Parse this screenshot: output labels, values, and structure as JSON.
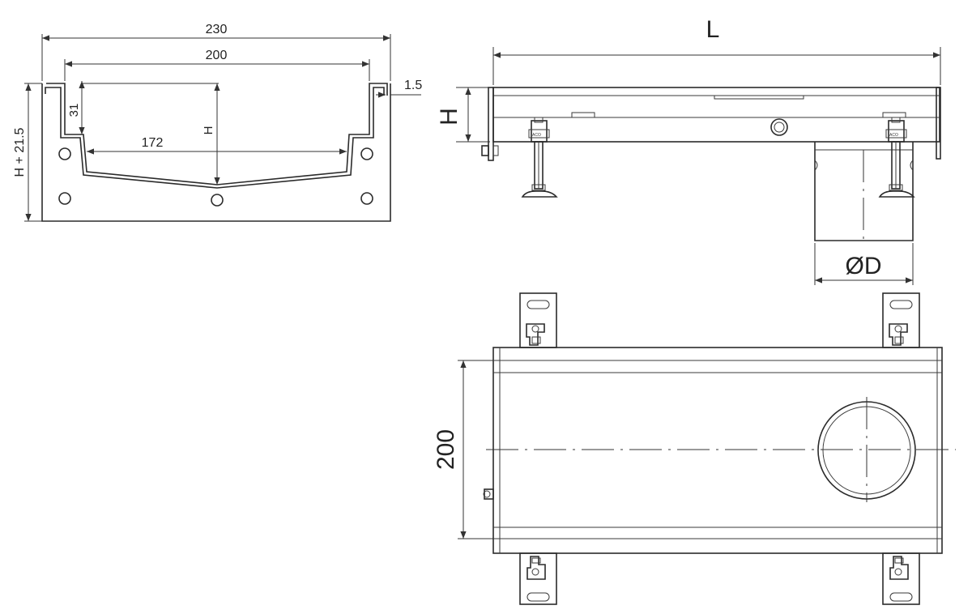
{
  "dimensions": {
    "overall_width": "230",
    "inner_width": "200",
    "flange_thickness": "1.5",
    "lip_height": "31",
    "bottom_width": "172",
    "depth": "H",
    "total_height": "H + 21.5",
    "length": "L",
    "channel_height": "H",
    "outlet_diameter": "ØD",
    "plan_width": "200"
  },
  "foot_tag": "ACO"
}
